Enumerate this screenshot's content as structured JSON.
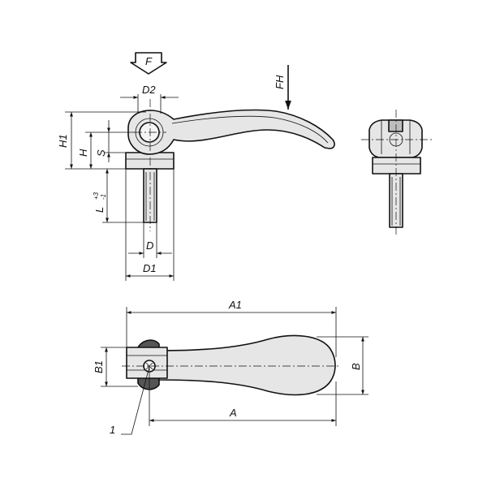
{
  "labels": {
    "force_f": "F",
    "force_fh": "FH",
    "d2": "D2",
    "h1": "H1",
    "h": "H",
    "s": "S",
    "l": "L",
    "l_tol_upper": "+3",
    "l_tol_lower": "-1",
    "d": "D",
    "d1": "D1",
    "a1": "A1",
    "a": "A",
    "b": "B",
    "b1": "B1",
    "callout_1": "1"
  }
}
